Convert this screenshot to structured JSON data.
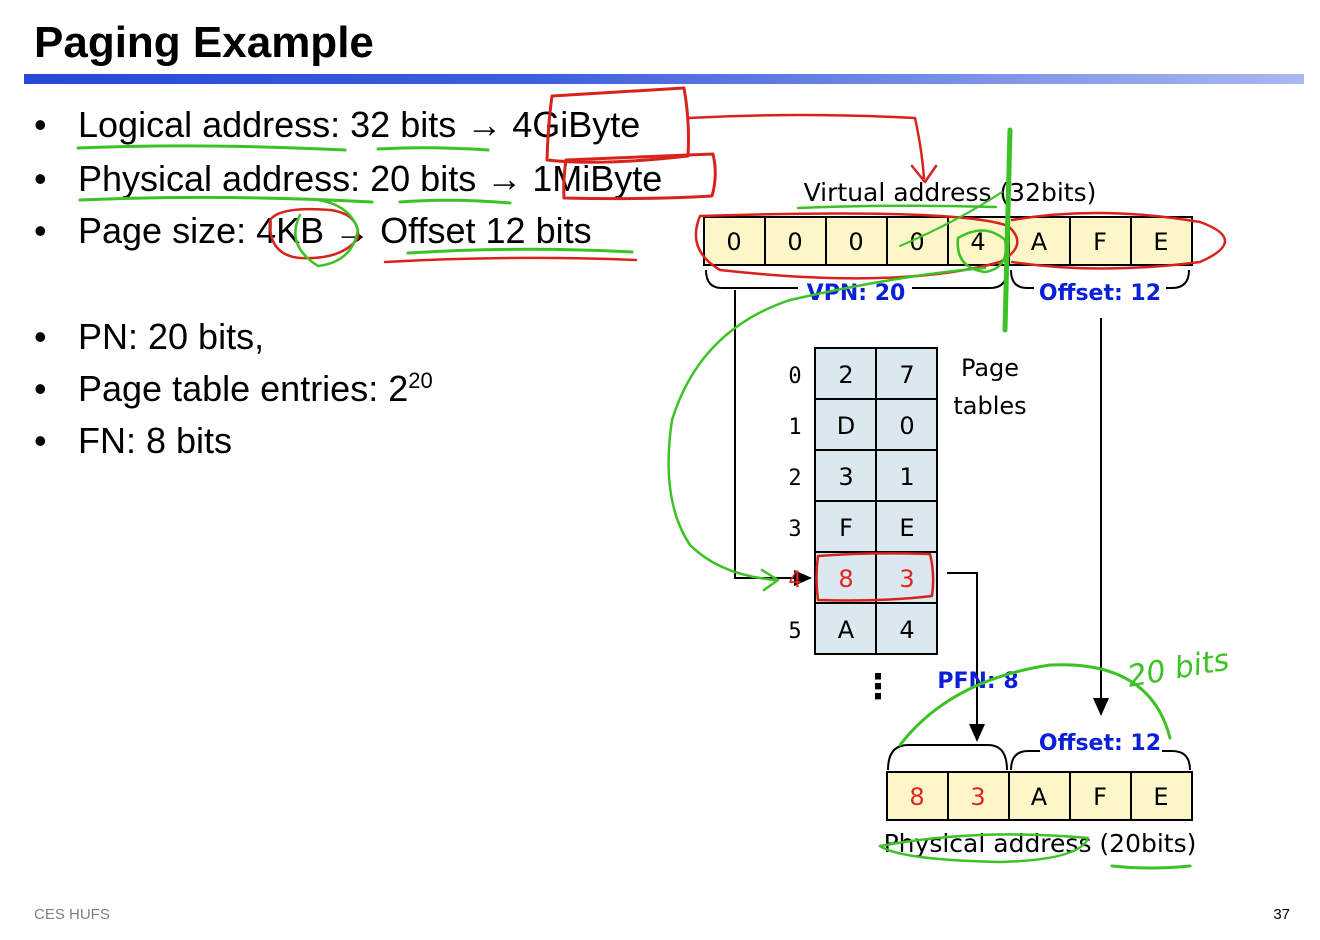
{
  "slide": {
    "title": "Paging Example",
    "footer_left": "CES HUFS",
    "page_number": "37"
  },
  "bullets": [
    {
      "text": "Logical address: 32 bits → 4GiByte"
    },
    {
      "text": "Physical address: 20 bits → 1MiByte"
    },
    {
      "text": "Page size: 4KB → Offset 12 bits"
    },
    {
      "text": "PN: 20 bits,"
    },
    {
      "text": "Page table entries: 2",
      "sup": "20"
    },
    {
      "text": "FN: 8 bits"
    }
  ],
  "diagram": {
    "virtual_label": "Virtual address (32bits)",
    "virtual_cells": [
      "0",
      "0",
      "0",
      "0",
      "4",
      "A",
      "F",
      "E"
    ],
    "vpn_label": "VPN: 20",
    "offset_label_top": "Offset: 12",
    "page_tables_label_line1": "Page",
    "page_tables_label_line2": "tables",
    "page_table": [
      {
        "index": "0",
        "hi": "2",
        "lo": "7"
      },
      {
        "index": "1",
        "hi": "D",
        "lo": "0"
      },
      {
        "index": "2",
        "hi": "3",
        "lo": "1"
      },
      {
        "index": "3",
        "hi": "F",
        "lo": "E"
      },
      {
        "index": "4",
        "hi": "8",
        "lo": "3"
      },
      {
        "index": "5",
        "hi": "A",
        "lo": "4"
      }
    ],
    "ellipsis": "⋮",
    "pfn_label": "PFN: 8",
    "offset_label_bottom": "Offset: 12",
    "physical_cells": [
      "8",
      "3",
      "A",
      "F",
      "E"
    ],
    "physical_label": "Physical address (20bits)",
    "handwritten_note": "20 bits"
  },
  "colors": {
    "accent_blue": "#0a1fd6",
    "highlight_red": "#e0261e",
    "cell_yellow": "#fdf6c8",
    "table_blue": "#dbe8ef",
    "annotation_green": "#3cc224",
    "annotation_red": "#d8231c"
  }
}
